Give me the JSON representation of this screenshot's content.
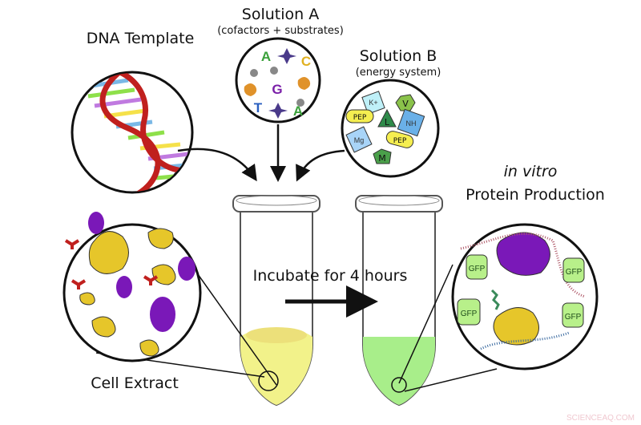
{
  "labels": {
    "dna_template": "DNA Template",
    "solution_a_title": "Solution A",
    "solution_a_subtitle": "(cofactors + substrates)",
    "solution_b_title": "Solution B",
    "solution_b_subtitle": "(energy system)",
    "in_vitro": "in vitro",
    "protein_production": "Protein Production",
    "incubate": "Incubate for 4 hours",
    "cell_extract": "Cell Extract"
  },
  "solution_a_letters": [
    "A",
    "C",
    "G",
    "T",
    "A"
  ],
  "solution_b_items": {
    "pep1": "PEP",
    "pep2": "PEP",
    "l": "L",
    "v": "V",
    "m": "M",
    "k": "K+",
    "mg": "Mg",
    "nh": "NH"
  },
  "gfp_labels": [
    "GFP",
    "GFP",
    "GFP",
    "GFP"
  ],
  "watermark": "SCIENCEAQ.COM",
  "colors": {
    "extract_yellow": "#f2f28a",
    "product_green": "#a8ee8a",
    "ribosome_yellow": "#e6c62a",
    "polymerase_purple": "#7a18b8",
    "dna_red": "#c0201e"
  }
}
